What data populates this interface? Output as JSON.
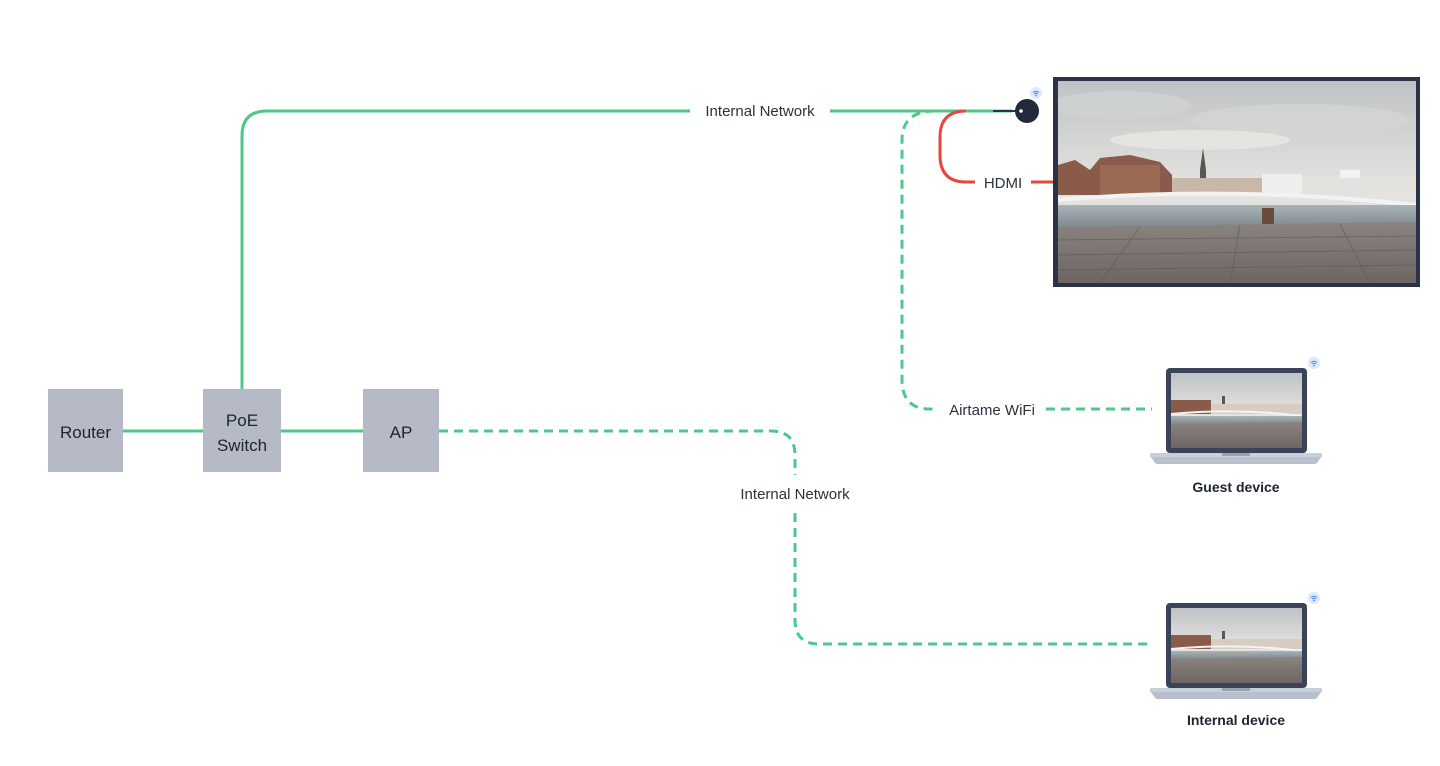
{
  "colors": {
    "network_line": "#4cc98a",
    "hdmi_line": "#e5483b",
    "node_fill": "#b5bac6",
    "screen_frame": "#2b3447",
    "wifi_badge": "#dbeafe",
    "wifi_icon": "#3b82f6"
  },
  "nodes": {
    "router": {
      "label": "Router"
    },
    "switch": {
      "label_line1": "PoE",
      "label_line2": "Switch"
    },
    "ap": {
      "label": "AP"
    }
  },
  "edges": {
    "internal_network_top": "Internal Network",
    "hdmi": "HDMI",
    "airtame_wifi": "Airtame WiFi",
    "internal_network_bottom": "Internal Network"
  },
  "devices": {
    "guest": {
      "label": "Guest device"
    },
    "internal": {
      "label": "Internal device"
    }
  },
  "icons": {
    "wifi": "wifi-icon",
    "airtame": "airtame-dongle-icon"
  }
}
